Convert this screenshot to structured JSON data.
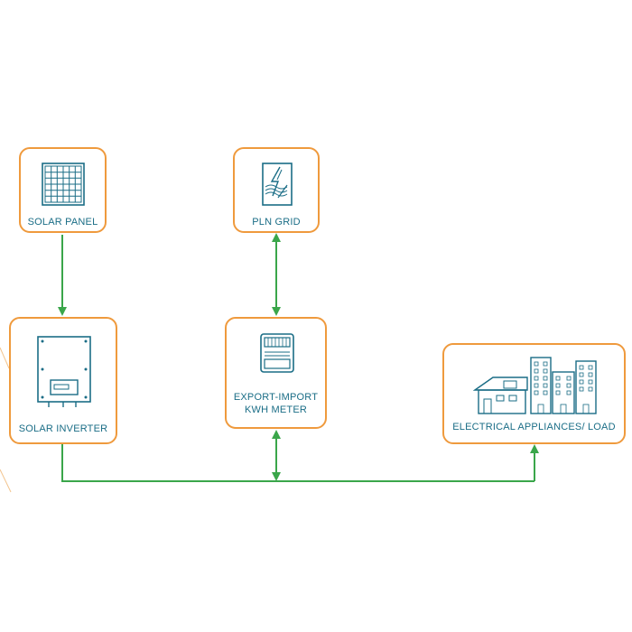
{
  "colors": {
    "node_border": "#ef9a3d",
    "connector": "#3aa64a",
    "label_text": "#1a6d86",
    "icon_stroke": "#1a6d86"
  },
  "nodes": {
    "solar_panel": {
      "label": "SOLAR PANEL",
      "icon": "solar-panel-icon"
    },
    "pln_grid": {
      "label": "PLN GRID",
      "icon": "power-grid-icon"
    },
    "solar_inverter": {
      "label": "SOLAR INVERTER",
      "icon": "inverter-icon"
    },
    "kwh_meter": {
      "label": "EXPORT-IMPORT\nKWH METER",
      "icon": "kwh-meter-icon"
    },
    "load": {
      "label": "ELECTRICAL APPLIANCES/ LOAD",
      "icon": "buildings-icon"
    }
  }
}
